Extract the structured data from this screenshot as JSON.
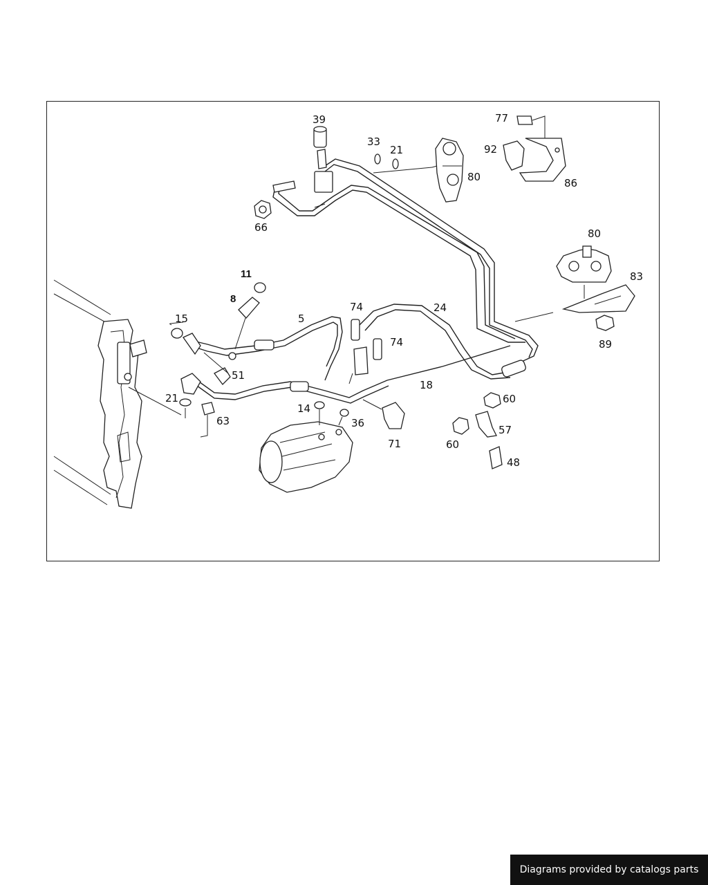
{
  "labels": {
    "p39": "39",
    "p33": "33",
    "p21a": "21",
    "p80a": "80",
    "p77": "77",
    "p92": "92",
    "p86": "86",
    "p66": "66",
    "p80b": "80",
    "p83": "83",
    "p89": "89",
    "p11": "11",
    "p8": "8",
    "p15": "15",
    "p5": "5",
    "p74a": "74",
    "p24": "24",
    "p74b": "74",
    "p51": "51",
    "p21b": "21",
    "p63": "63",
    "p14": "14",
    "p36": "36",
    "p18": "18",
    "p71": "71",
    "p60a": "60",
    "p57": "57",
    "p60b": "60",
    "p48": "48"
  },
  "credit": "Diagrams provided by catalogs parts"
}
